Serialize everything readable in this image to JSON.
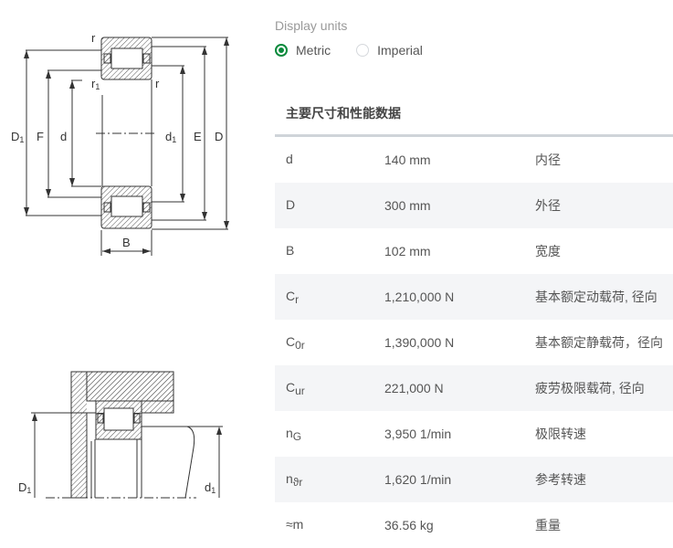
{
  "diagram_top": {
    "labels": {
      "r_top": "r",
      "r1": "r",
      "r1_sub": "1",
      "r_right": "r",
      "D1": "D",
      "D1_sub": "1",
      "F": "F",
      "d": "d",
      "d1": "d",
      "d1_sub": "1",
      "E": "E",
      "D": "D",
      "B": "B"
    }
  },
  "diagram_bottom": {
    "labels": {
      "D1": "D",
      "D1_sub": "1",
      "d1": "d",
      "d1_sub": "1"
    }
  },
  "units": {
    "label": "Display units",
    "options": [
      {
        "label": "Metric",
        "selected": true
      },
      {
        "label": "Imperial",
        "selected": false
      }
    ]
  },
  "section_title": "主要尺寸和性能数据",
  "rows": [
    {
      "sym": "d",
      "sub": "",
      "value": "140 mm",
      "desc": "内径"
    },
    {
      "sym": "D",
      "sub": "",
      "value": "300 mm",
      "desc": "外径"
    },
    {
      "sym": "B",
      "sub": "",
      "value": "102 mm",
      "desc": "宽度"
    },
    {
      "sym": "C",
      "sub": "r",
      "value": "1,210,000 N",
      "desc": "基本额定动载荷, 径向"
    },
    {
      "sym": "C",
      "sub": "0r",
      "value": "1,390,000 N",
      "desc": "基本额定静载荷，径向"
    },
    {
      "sym": "C",
      "sub": "ur",
      "value": "221,000 N",
      "desc": "疲劳极限载荷, 径向"
    },
    {
      "sym": "n",
      "sub": "G",
      "value": "3,950 1/min",
      "desc": "极限转速"
    },
    {
      "sym": "n",
      "sub": "ϑr",
      "value": "1,620 1/min",
      "desc": "参考转速"
    },
    {
      "sym": "≈m",
      "sub": "",
      "value": "36.56 kg",
      "desc": "重量"
    }
  ],
  "colors": {
    "accent": "#0a8a3c",
    "stripe": "#f4f5f7",
    "divider": "#cfd4d9"
  }
}
